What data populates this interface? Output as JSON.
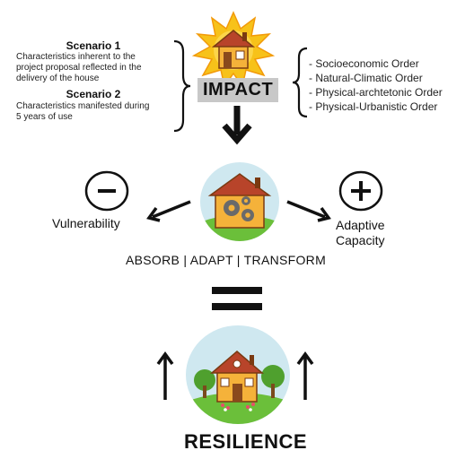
{
  "scenario1": {
    "title": "Scenario 1",
    "lines": [
      "Characteristics inherent to the",
      "project proposal reflected in the",
      "delivery of the house"
    ]
  },
  "scenario2": {
    "title": "Scenario 2",
    "lines": [
      "Characteristics manifested during",
      "5 years of use"
    ]
  },
  "impact": {
    "label": "IMPACT"
  },
  "orders": [
    "- Socioeconomic Order",
    "- Natural-Climatic Order",
    "- Physical-archtetonic Order",
    "- Physical-Urbanistic Order"
  ],
  "left": {
    "symbol": "−",
    "label": "Vulnerability"
  },
  "right": {
    "symbol": "+",
    "label_line1": "Adaptive",
    "label_line2": "Capacity"
  },
  "process": {
    "label": "ABSORB | ADAPT | TRANSFORM"
  },
  "result": {
    "label": "RESILIENCE"
  },
  "colors": {
    "sun": "#f7c21a",
    "house_wall": "#f5b23a",
    "roof": "#b8442a",
    "door": "#8a4a1c",
    "sky": "#cfe8f0",
    "grass": "#6bbf3a"
  }
}
